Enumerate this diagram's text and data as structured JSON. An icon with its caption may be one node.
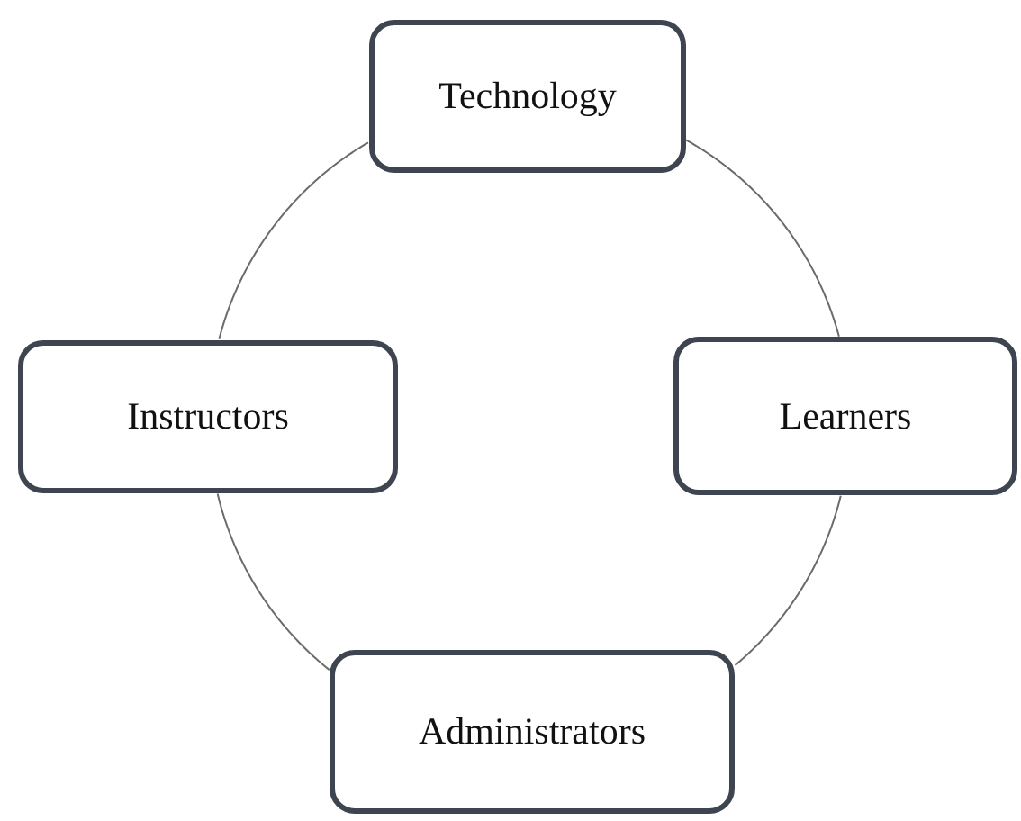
{
  "diagram": {
    "nodes": [
      {
        "text": [
          "Technology"
        ]
      },
      {
        "text": [
          "Learners"
        ]
      },
      {
        "text": [
          "Administrators"
        ]
      },
      {
        "text": [
          "Instructors"
        ]
      }
    ],
    "edges": [
      {
        "from": 0,
        "to": 1,
        "arrow": "none"
      },
      {
        "from": 1,
        "to": 2,
        "arrow": "none"
      },
      {
        "from": 2,
        "to": 3,
        "arrow": "none"
      },
      {
        "from": 3,
        "to": 0,
        "arrow": "none"
      }
    ]
  }
}
